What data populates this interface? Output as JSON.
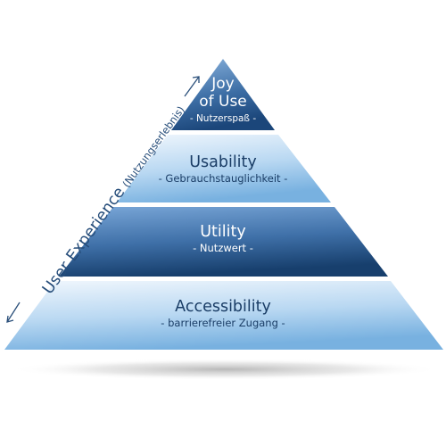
{
  "pyramid": {
    "levels": [
      {
        "id": "joy-of-use",
        "title_line1": "Joy",
        "title_line2": "of Use",
        "subtitle": "- Nutzerspaß -"
      },
      {
        "id": "usability",
        "title": "Usability",
        "subtitle": "- Gebrauchstauglichkeit -"
      },
      {
        "id": "utility",
        "title": "Utility",
        "subtitle": "- Nutzwert -"
      },
      {
        "id": "accessibility",
        "title": "Accessibility",
        "subtitle": "- barrierefreier Zugang -"
      }
    ],
    "side_label": {
      "main": "User Experience",
      "paren": "(Nutzungserlebnis)"
    },
    "colors": {
      "dark_top": "#6f9ed2",
      "dark_bottom": "#1c4a7d",
      "light_top": "#e9f3fc",
      "light_bottom": "#7ab3e2",
      "text_dark": "#1a3d66",
      "arrow": "#2a4f7a"
    }
  }
}
